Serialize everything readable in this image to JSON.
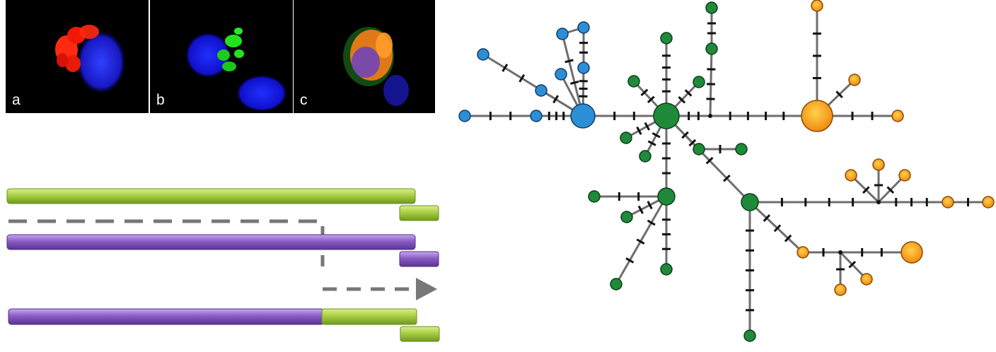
{
  "micrographs": [
    {
      "label": "a",
      "stain_colors": [
        "#ff2a10",
        "#1e2cff"
      ]
    },
    {
      "label": "b",
      "stain_colors": [
        "#22e21e",
        "#1e2cff"
      ]
    },
    {
      "label": "c",
      "stain_colors": [
        "#ff8a20",
        "#2ad52a",
        "#1e2cff"
      ]
    }
  ],
  "colors": {
    "green_segment": "#a9cf45",
    "purple_segment": "#8a5cc4",
    "dashed_path": "#777777",
    "node_blue": "#2b8fd6",
    "node_green": "#1f8a3a",
    "node_orange": "#f6a21c",
    "edge": "#6e6e6e"
  },
  "network": {
    "node_groups": [
      "blue",
      "green",
      "orange"
    ]
  }
}
